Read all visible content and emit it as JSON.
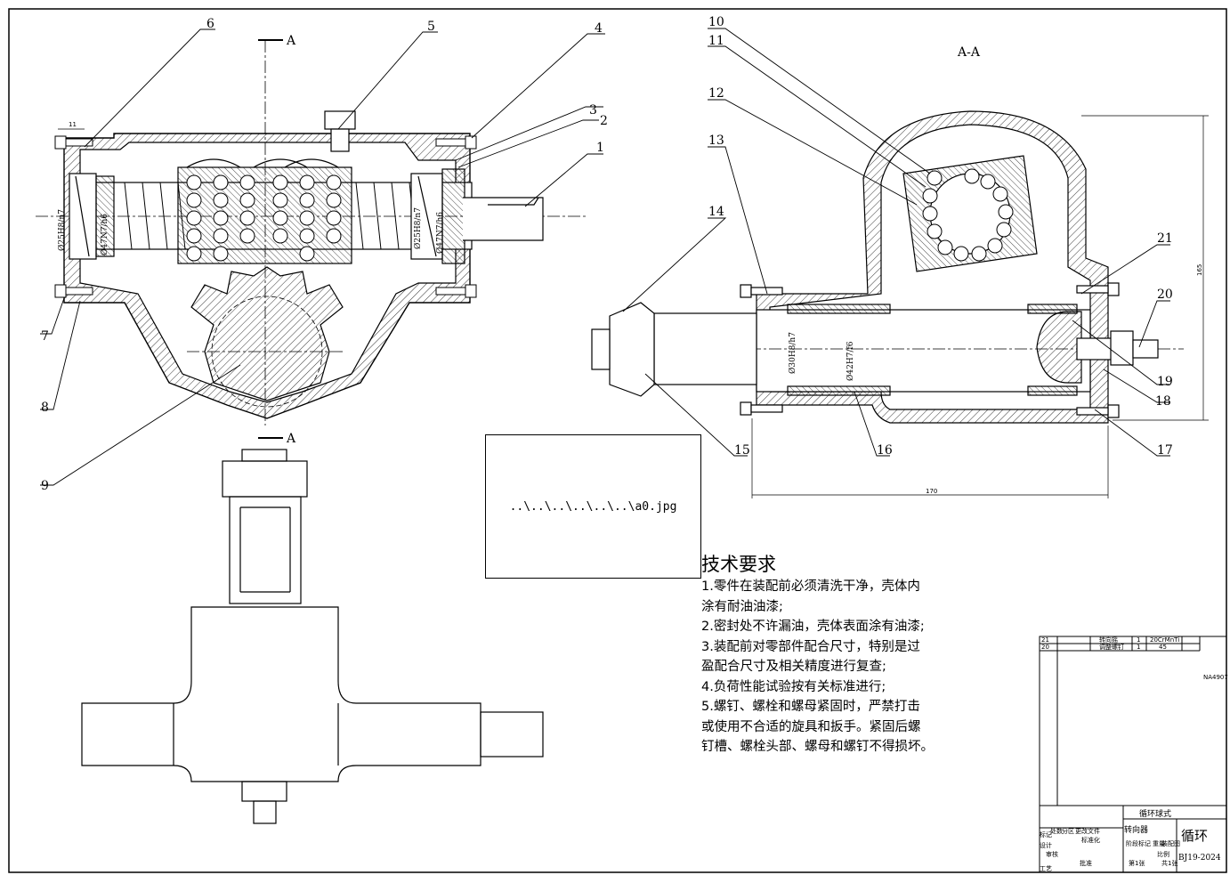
{
  "section_label": "A",
  "section_label_lower": "A",
  "section_title": "A-A",
  "part_numbers": [
    "1",
    "2",
    "3",
    "4",
    "5",
    "6",
    "7",
    "8",
    "9",
    "10",
    "11",
    "12",
    "13",
    "14",
    "15",
    "16",
    "17",
    "18",
    "19",
    "20",
    "21"
  ],
  "fits": {
    "f1": "Ø25H8/n7",
    "f2": "Ø47N7/h6",
    "f3": "Ø25H8/n7",
    "f4": "Ø47N7/h6",
    "f5": "Ø30H8/h7",
    "f6": "Ø42H7/f6"
  },
  "dims": {
    "d11": "11",
    "d170": "170",
    "d165": "165"
  },
  "image_placeholder": "..\\..\\..\\..\\..\\..\\a0.jpg",
  "tech": {
    "title": "技术要求",
    "lines": [
      "1.零件在装配前必须清洗干净，壳体内",
      "涂有耐油油漆;",
      "2.密封处不许漏油，壳体表面涂有油漆;",
      "3.装配前对零部件配合尺寸，特别是过",
      "盈配合尺寸及相关精度进行复查;",
      "4.负荷性能试验按有关标准进行;",
      "5.螺钉、螺栓和螺母紧固时，严禁打击",
      "或使用不合适的旋具和扳手。紧固后螺",
      "钉槽、螺栓头部、螺母和螺钉不得损坏。"
    ]
  },
  "bom": {
    "row1": {
      "no": "21",
      "name": "转向摇",
      "qty": "1",
      "mat": "20CrMnTi"
    },
    "row2": {
      "no": "20",
      "name": "调整螺钉",
      "qty": "1",
      "mat": "45"
    },
    "std": "NA4907"
  },
  "title_block": {
    "name1": "循环球式",
    "name2": "转向器",
    "name3": "循环",
    "code": "BJ19-2024",
    "labels": [
      "标记",
      "处数",
      "分区",
      "更改文件",
      "标准化",
      "设计",
      "审核",
      "工艺",
      "批准",
      "阶段标记",
      "重量",
      "比例",
      "共1张",
      "第1张",
      "装配图"
    ]
  }
}
